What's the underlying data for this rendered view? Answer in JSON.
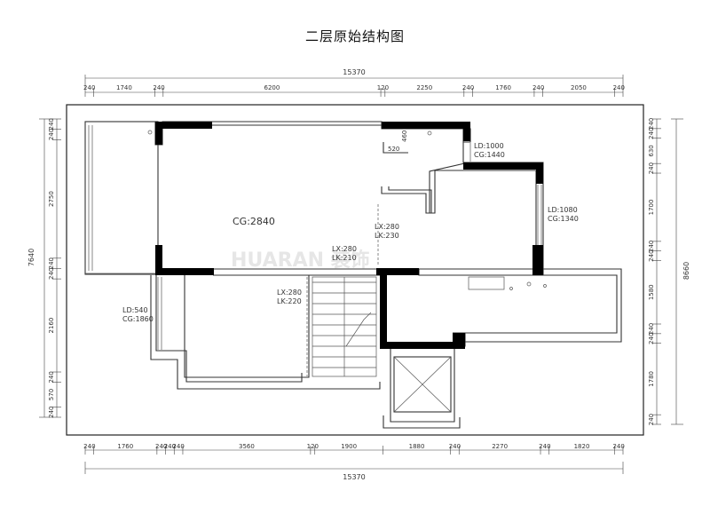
{
  "title": "二层原始结构图",
  "top_total": "15370",
  "top_segments": [
    "240",
    "1740",
    "240",
    "6200",
    "120",
    "2250",
    "240",
    "1760",
    "240",
    "2050",
    "240"
  ],
  "bottom_segments": [
    "240",
    "1760",
    "240",
    "240",
    "240",
    "3560",
    "120",
    "1900",
    "1880",
    "240",
    "2270",
    "240",
    "1820",
    "240"
  ],
  "bottom_total": "15370",
  "left_total": "7640",
  "left_segments": [
    "240",
    "240",
    "2750",
    "240",
    "240",
    "2160",
    "240",
    "570",
    "240"
  ],
  "right_total": "8660",
  "right_segments": [
    "240",
    "240",
    "630",
    "240",
    "1700",
    "240",
    "240",
    "1580",
    "240",
    "240",
    "1780",
    "240"
  ],
  "rooms": {
    "main_ceiling": "CG:2840",
    "window_right_ld": "LD:1000",
    "window_right_cg": "CG:1440",
    "window_east_ld": "LD:1080",
    "window_east_cg": "CG:1340",
    "opening_a_lx": "LX:280",
    "opening_a_lk": "LK:230",
    "opening_b_lx": "LX:280",
    "opening_b_lk": "LK:210",
    "opening_c_lx": "LX:280",
    "opening_c_lk": "LK:220",
    "window_left_ld": "LD:540",
    "window_left_cg": "CG:1860",
    "beam_note": "520",
    "beam_note2": "460"
  },
  "watermark": "HUARAN 装饰"
}
